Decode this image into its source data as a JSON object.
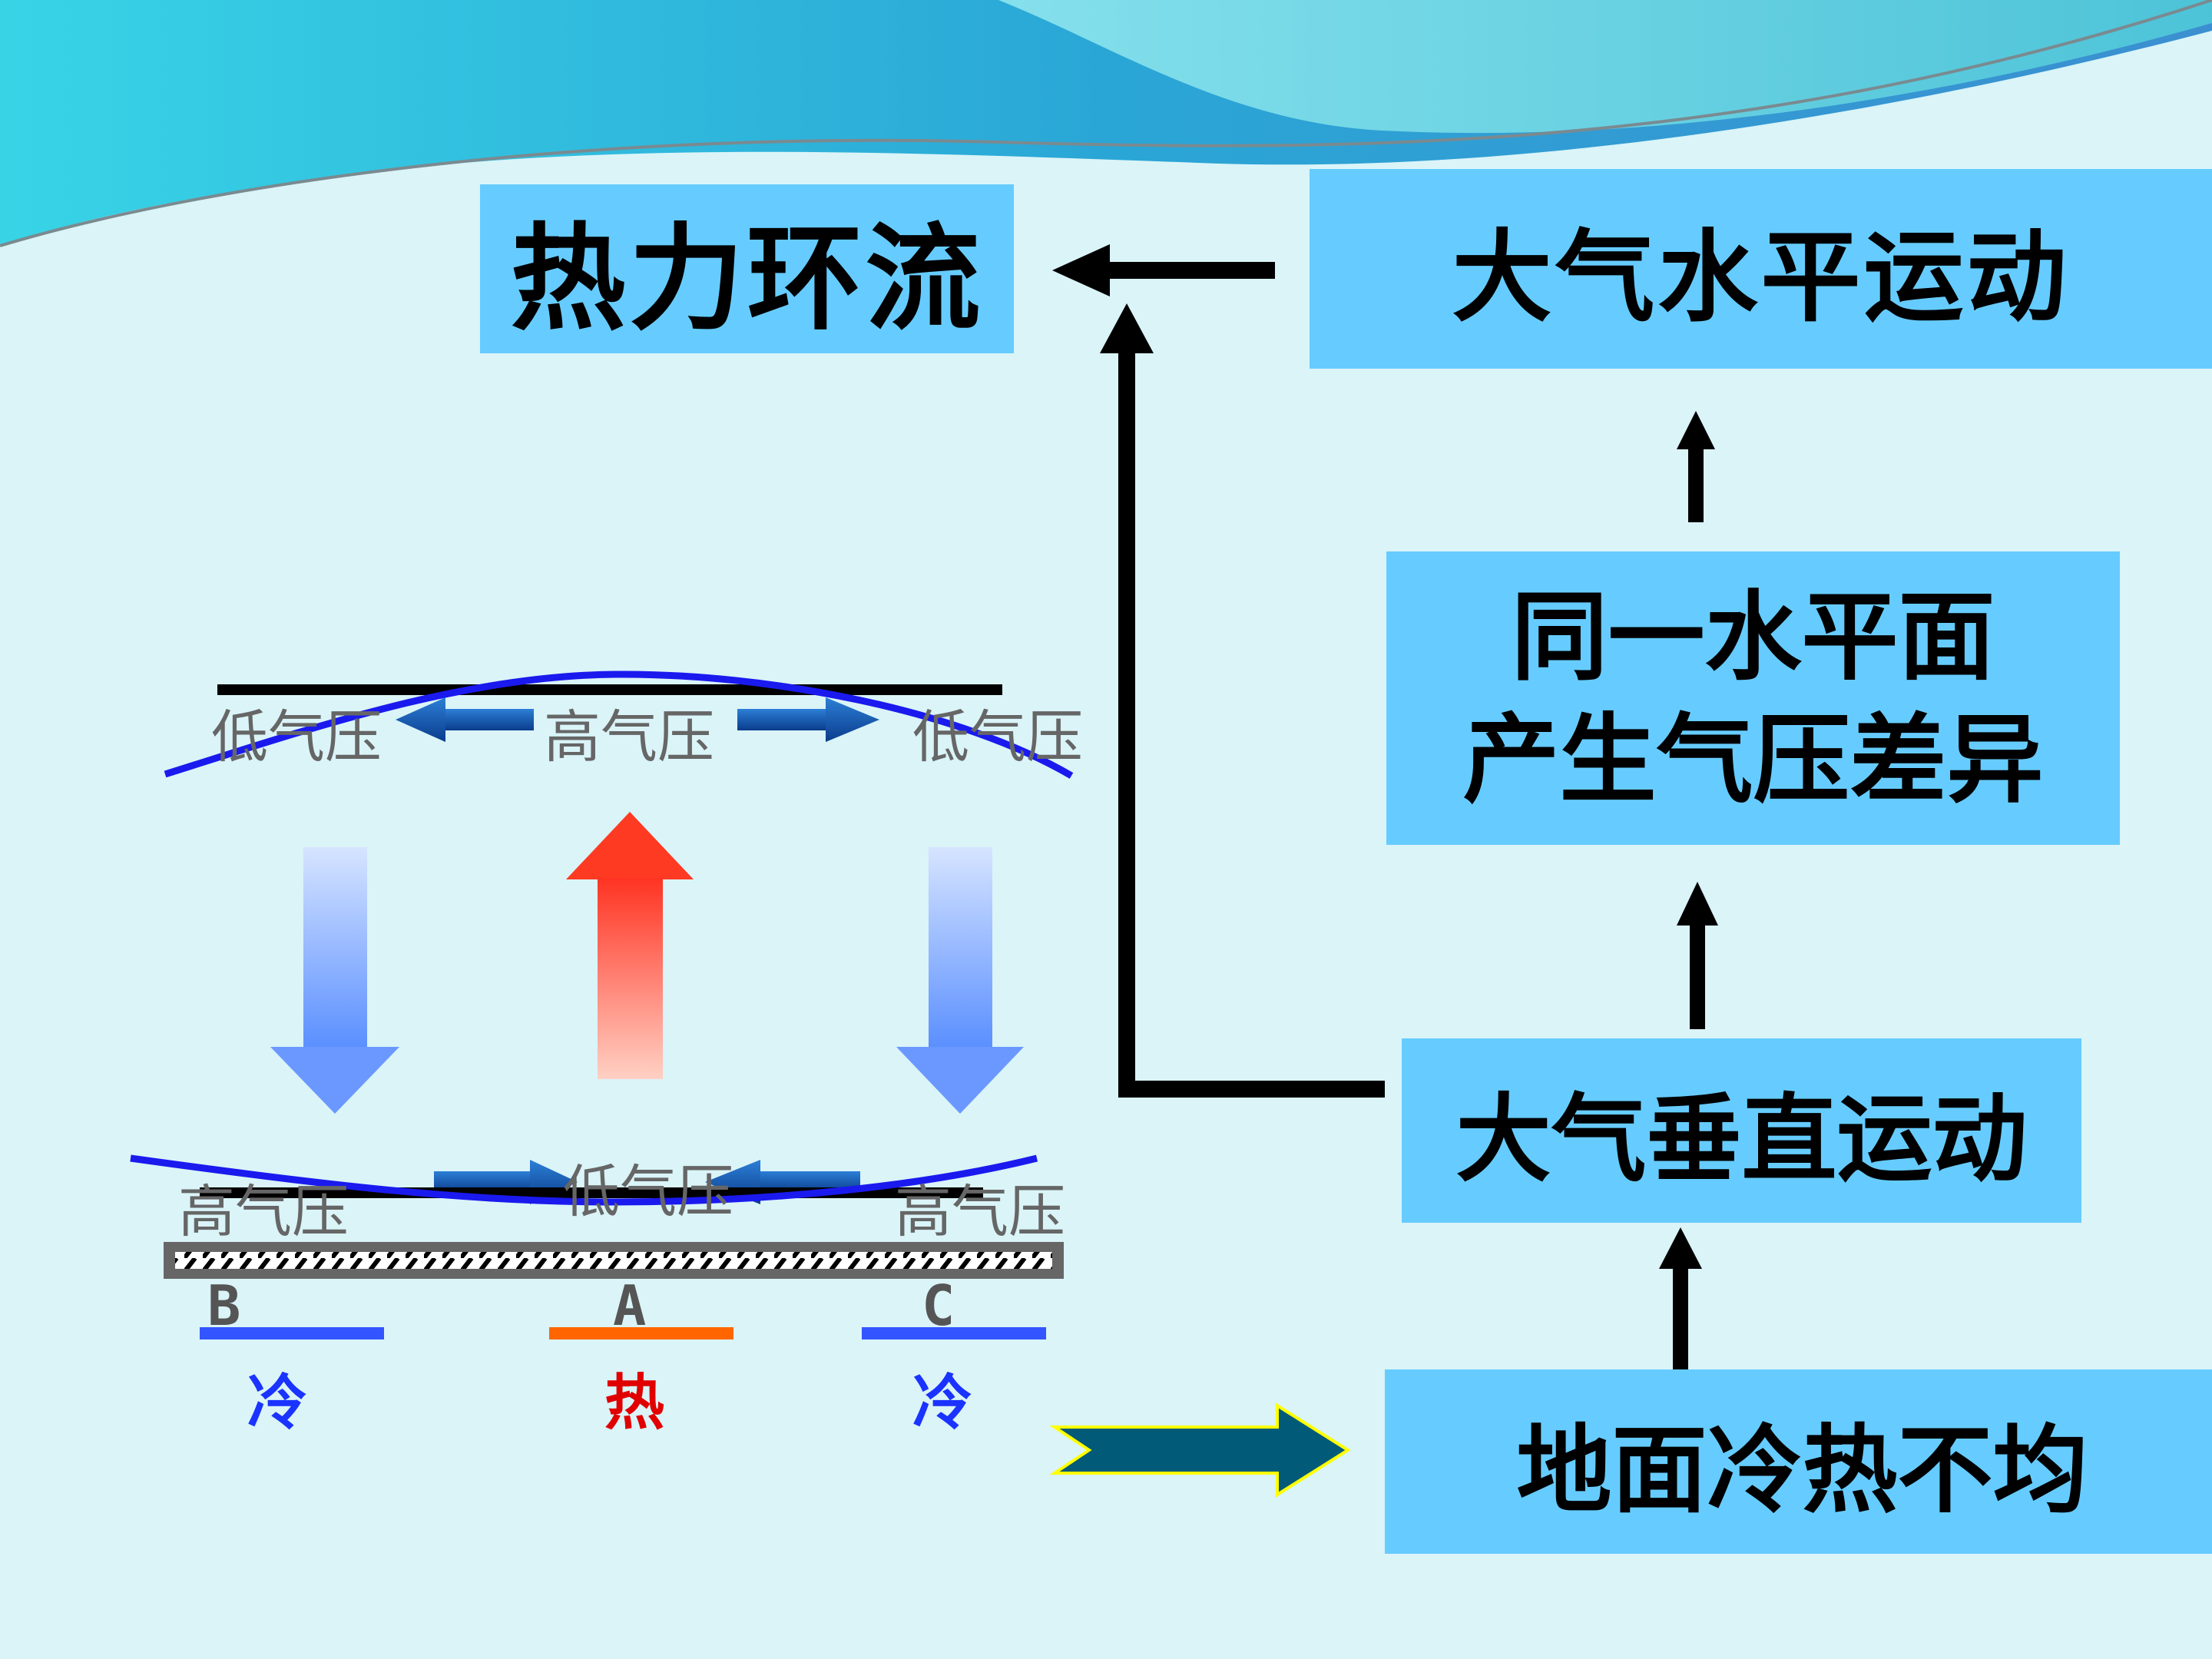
{
  "flow": {
    "title": "热力环流",
    "horizontal_motion": "大气水平运动",
    "pressure_diff_line1": "同一水平面",
    "pressure_diff_line2": "产生气压差异",
    "vertical_motion": "大气垂直运动",
    "ground_uneven": "地面冷热不均"
  },
  "diagram": {
    "upper_left": "低气压",
    "upper_mid": "高气压",
    "upper_right": "低气压",
    "lower_left": "高气压",
    "lower_mid": "低气压",
    "lower_right": "高气压",
    "point_b": "B",
    "point_a": "A",
    "point_c": "C",
    "temp_b": "冷",
    "temp_a": "热",
    "temp_c": "冷"
  },
  "colors": {
    "box": "#66ccff",
    "background": "#daf4f8",
    "cold": "#3355ff",
    "hot": "#ff6600",
    "hot_text": "#e00000",
    "cold_text": "#1a33ff",
    "isobar": "#1a1aee"
  }
}
